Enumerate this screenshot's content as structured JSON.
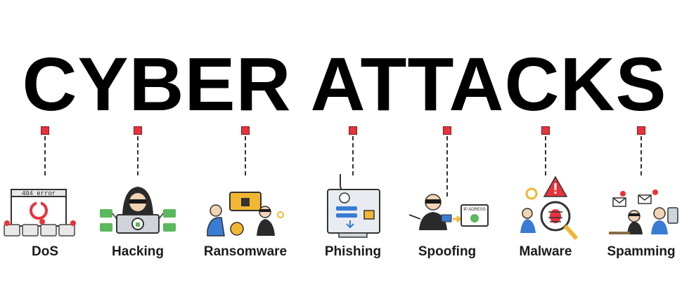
{
  "title": "CYBER ATTACKS",
  "items": [
    {
      "label": "DoS",
      "icon": "dos-server-error-icon",
      "art_text": "404 error"
    },
    {
      "label": "Hacking",
      "icon": "hacker-laptop-icon"
    },
    {
      "label": "Ransomware",
      "icon": "ransomware-lock-icon"
    },
    {
      "label": "Phishing",
      "icon": "phishing-hook-icon"
    },
    {
      "label": "Spoofing",
      "icon": "spoofing-ip-icon",
      "art_text": "IP ADRESS"
    },
    {
      "label": "Malware",
      "icon": "malware-bug-icon"
    },
    {
      "label": "Spamming",
      "icon": "spamming-mail-icon"
    }
  ],
  "colors": {
    "marker": "#e8323c",
    "accent": "#3a7bd5",
    "dark": "#1a1a1a",
    "warning": "#e8323c",
    "gold": "#f2b632"
  }
}
